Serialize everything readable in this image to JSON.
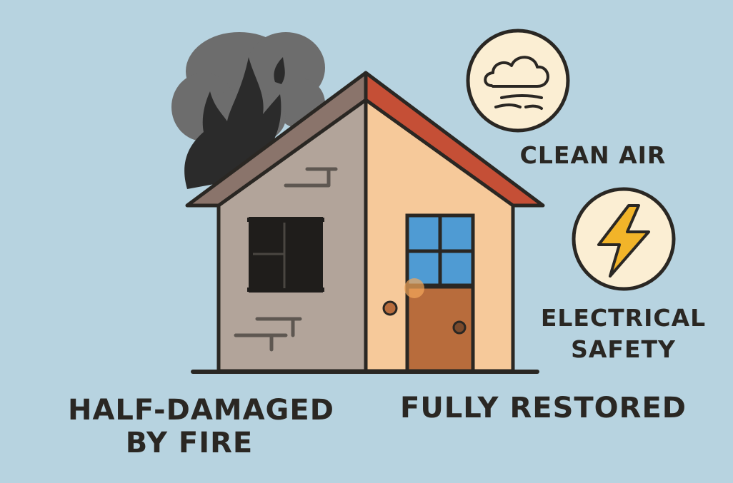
{
  "labels": {
    "damaged": [
      "HALF-DAMAGED",
      "BY FIRE"
    ],
    "restored": "FULLY RESTORED",
    "clean_air": "CLEAN AIR",
    "electrical": [
      "ELECTRICAL",
      "SAFETY"
    ]
  },
  "icons": {
    "clean_air": "cloud-wind-icon",
    "electrical": "lightning-bolt-icon"
  },
  "colors": {
    "background": "#b7d3e0",
    "burnt_wall": "#b2a49a",
    "restored_wall": "#f6c99a",
    "burnt_roof": "#8a746b",
    "restored_roof": "#c54f36",
    "smoke": "#6d6d6d",
    "flame": "#2b2b2b",
    "door": "#b86c3c",
    "window_glass": "#4f9bd3",
    "bolt": "#f2b429",
    "badge_fill": "#fbeed3",
    "outline": "#2a2723"
  }
}
